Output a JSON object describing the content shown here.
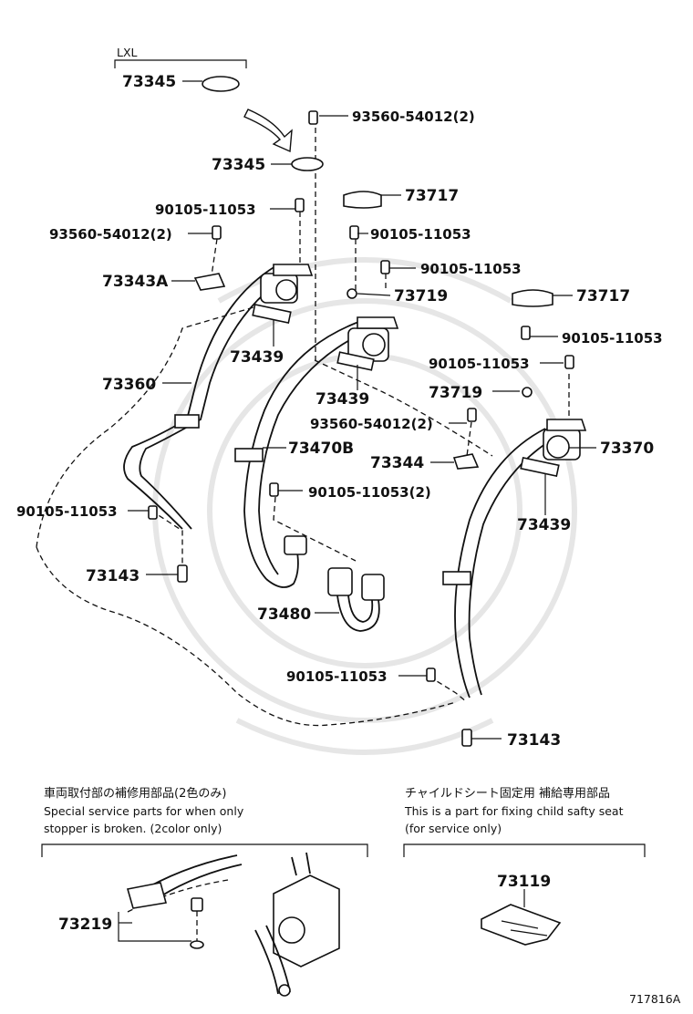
{
  "labels": {
    "lxl": "LXL",
    "p73345_top": "73345",
    "p73345_mid": "73345",
    "p93560_top": "93560-54012(2)",
    "p73717_top": "73717",
    "p90105_a": "90105-11053",
    "p90105_b": "90105-11053",
    "p93560_left": "93560-54012(2)",
    "p90105_c": "90105-11053",
    "p73343a": "73343A",
    "p73719_top": "73719",
    "p73717_right": "73717",
    "p90105_d": "90105-11053",
    "p73439_a": "73439",
    "p90105_e": "90105-11053",
    "p73360": "73360",
    "p73439_b": "73439",
    "p73719_right": "73719",
    "p93560_mid": "93560-54012(2)",
    "p73470b": "73470B",
    "p73370": "73370",
    "p73344": "73344",
    "p90105_two": "90105-11053(2)",
    "p90105_left": "90105-11053",
    "p73439_c": "73439",
    "p73143_left": "73143",
    "p73480": "73480",
    "p90105_bottom": "90105-11053",
    "p73143_right": "73143",
    "p73219": "73219",
    "p73119": "73119"
  },
  "notes": {
    "left_jp": "車両取付部の補修用部品(2色のみ)",
    "left_en1": "Special service parts for when only",
    "left_en2": "stopper is broken. (2color only)",
    "right_jp": "チャイルドシート固定用 補給専用部品",
    "right_en1": "This is a part for fixing child safty seat",
    "right_en2": "(for service only)"
  },
  "figure_id": "717816A"
}
